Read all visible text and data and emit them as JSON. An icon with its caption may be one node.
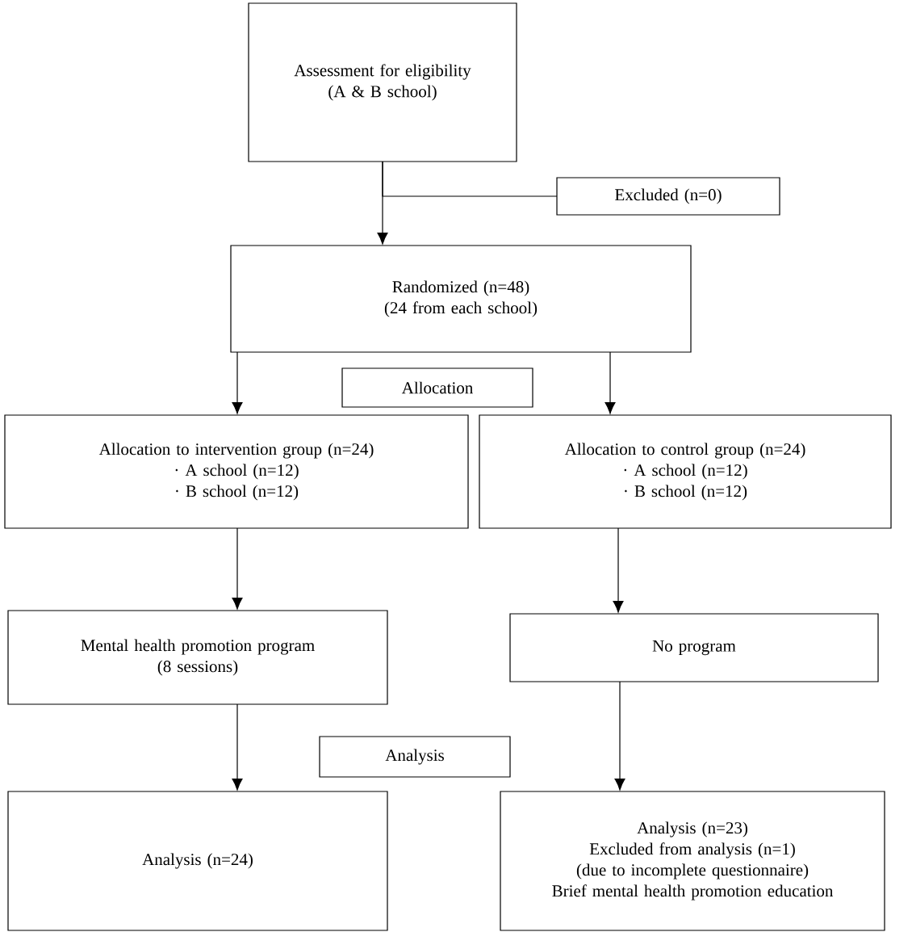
{
  "diagram": {
    "nodes": [
      {
        "text": [
          "Assessment for eligibility",
          "(A & B school)"
        ]
      },
      {
        "text": [
          "Excluded (n=0)"
        ]
      },
      {
        "text": [
          "Randomized (n=48)",
          "(24 from each school)"
        ]
      },
      {
        "text": [
          "Allocation"
        ]
      },
      {
        "text": [
          "Allocation to intervention group (n=24)",
          "· A school (n=12)",
          "· B school (n=12)"
        ]
      },
      {
        "text": [
          "Allocation to control group (n=24)",
          "· A school (n=12)",
          "· B school (n=12)"
        ]
      },
      {
        "text": [
          "Mental health promotion program",
          "(8 sessions)"
        ]
      },
      {
        "text": [
          "No program"
        ]
      },
      {
        "text": [
          "Analysis"
        ]
      },
      {
        "text": [
          "Analysis (n=24)"
        ]
      },
      {
        "text": [
          "Analysis (n=23)",
          "Excluded from analysis (n=1)",
          "(due to incomplete questionnaire)",
          "Brief mental health promotion education"
        ]
      }
    ],
    "edges": [
      {
        "from": 0,
        "to": 2,
        "arrow": "to"
      },
      {
        "from": 0,
        "to": 1,
        "arrow": "none"
      },
      {
        "from": 2,
        "to": 4,
        "arrow": "to"
      },
      {
        "from": 2,
        "to": 5,
        "arrow": "to"
      },
      {
        "from": 4,
        "to": 6,
        "arrow": "to"
      },
      {
        "from": 5,
        "to": 7,
        "arrow": "to"
      },
      {
        "from": 6,
        "to": 9,
        "arrow": "to"
      },
      {
        "from": 7,
        "to": 10,
        "arrow": "to"
      }
    ]
  }
}
